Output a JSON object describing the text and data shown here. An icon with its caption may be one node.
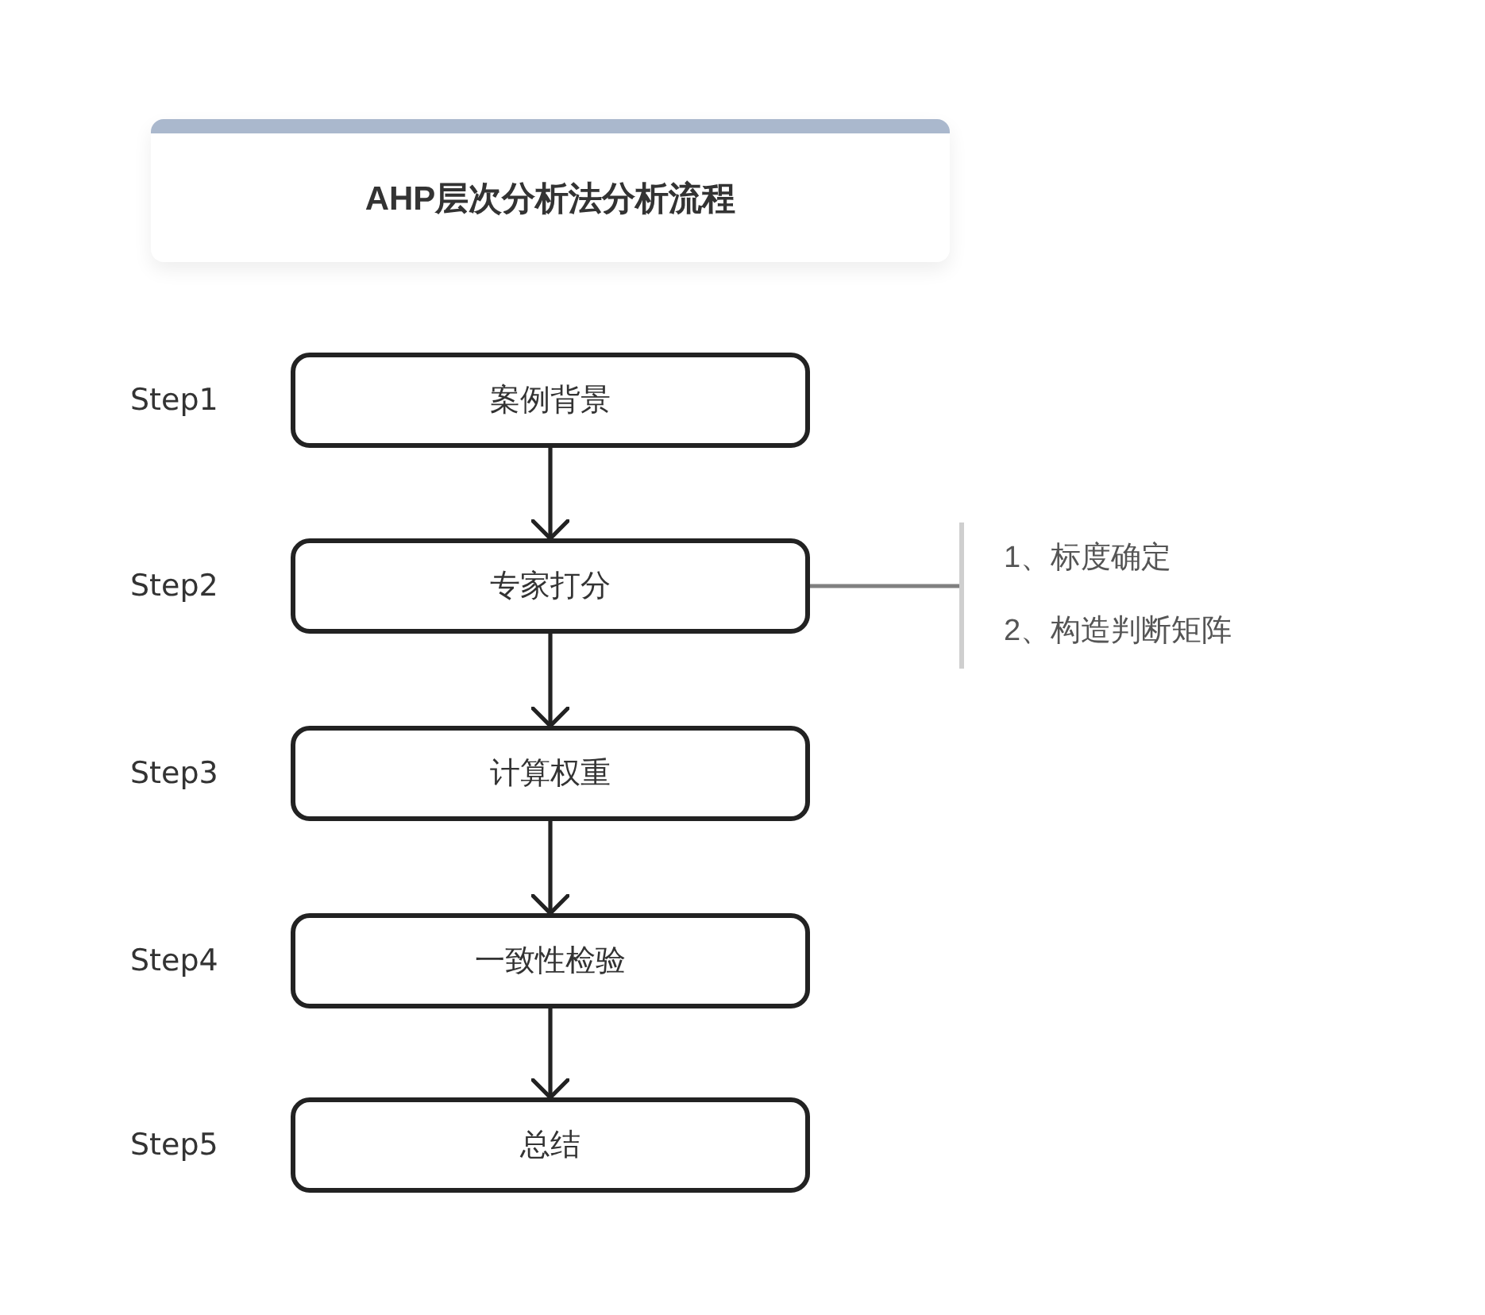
{
  "diagram": {
    "title": "AHP层次分析法分析流程",
    "nodes": [
      {
        "text": [
          "案例背景"
        ],
        "beside": [
          "Step1"
        ]
      },
      {
        "text": [
          "专家打分"
        ],
        "beside": [
          "Step2"
        ]
      },
      {
        "text": [
          "计算权重"
        ],
        "beside": [
          "Step3"
        ]
      },
      {
        "text": [
          "一致性检验"
        ],
        "beside": [
          "Step4"
        ]
      },
      {
        "text": [
          "总结"
        ],
        "beside": [
          "Step5"
        ]
      },
      {
        "text": [
          "1、标度确定",
          "2、构造判断矩阵"
        ]
      }
    ],
    "edges": [
      {
        "from": 0,
        "to": 1,
        "arrow": "to"
      },
      {
        "from": 1,
        "to": 2,
        "arrow": "to"
      },
      {
        "from": 2,
        "to": 3,
        "arrow": "to"
      },
      {
        "from": 3,
        "to": 4,
        "arrow": "to"
      },
      {
        "from": 1,
        "to": 5,
        "arrow": "none",
        "color": "#808080"
      }
    ]
  }
}
